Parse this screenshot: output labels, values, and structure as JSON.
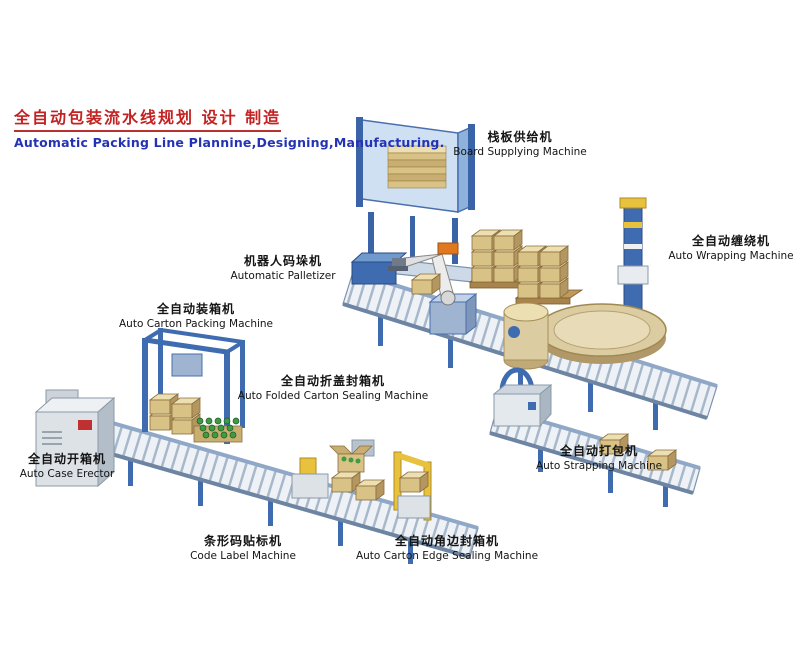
{
  "title": {
    "zh": "全自动包装流水线规划 设计 制造",
    "en": "Automatic Packing Line Plannine,Designing,Manufacturing."
  },
  "machines": [
    {
      "zh": "栈板供给机",
      "en": "Board Supplying Machine"
    },
    {
      "zh": "全自动缠绕机",
      "en": "Auto Wrapping Machine"
    },
    {
      "zh": "机器人码垛机",
      "en": "Automatic Palletizer"
    },
    {
      "zh": "全自动装箱机",
      "en": "Auto Carton Packing Machine"
    },
    {
      "zh": "全自动折盖封箱机",
      "en": "Auto Folded Carton Sealing Machine"
    },
    {
      "zh": "全自动开箱机",
      "en": "Auto Case Erector"
    },
    {
      "zh": "全自动打包机",
      "en": "Auto Strapping Machine"
    },
    {
      "zh": "条形码贴标机",
      "en": "Code Label Machine"
    },
    {
      "zh": "全自动角边封箱机",
      "en": "Auto Carton Edge Sealing Machine"
    }
  ],
  "colors": {
    "title_red": "#c42222",
    "title_blue": "#2433b4",
    "machine_blue": "#3f6cb0",
    "conveyor_gray": "#a7b8ca",
    "carton_tan": "#d9c286",
    "turntable_beige": "#dccca2",
    "frame_yellow": "#e8c23c",
    "bottle_green": "#3f9a42"
  }
}
